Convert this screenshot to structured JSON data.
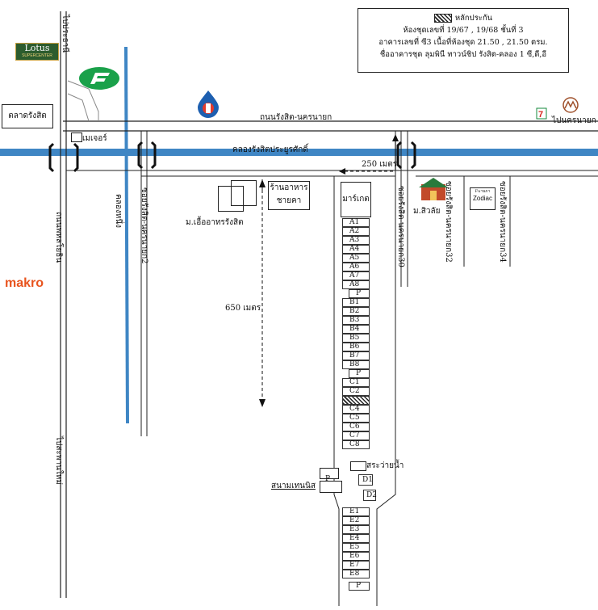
{
  "legend": {
    "hatch_label": "หลักประกัน",
    "line1": "ห้องชุดเลขที่ 19/67 , 19/68 ชั้นที่ 3",
    "line2": "อาคารเลขที่ ซี3 เนื้อที่ห้องชุด 21.50 , 21.50 ตรม.",
    "line3": "ชื่ออาคารชุด ลุมพินี ทาวน์ชิป รังสิต-คลอง 1 ซี,ดี,อี"
  },
  "places": {
    "lotus": "Lotus",
    "lotus_sub": "SUPERCENTER",
    "talad": "ตลาดรังสิต",
    "major": "เมเจอร์",
    "makro": "makro",
    "university": "ม.เอื้ออาทรรังสิต",
    "restaurant_1": "ร้านอาหาร",
    "restaurant_2": "ชายคา",
    "market": "มาร์เกต",
    "silu": "ม.สิวลัย",
    "zodiac_small": "Fuานกา",
    "zodiac": "Zodiac",
    "pool": "สระว่ายน้ำ",
    "tennis": "สนามเทนนิส"
  },
  "roads": {
    "main_road": "ถนนรังสิต-นครนายก",
    "canal": "คลองรังสิตประยูรศักดิ์",
    "to_prachathani": "ไปประธานี",
    "to_nakhonnayok": "ไปนครนายก",
    "phahonyothin": "ถนนพหลโยธิน",
    "to_pathumthani": "ไปสะพานใหม่",
    "khlong_nueng": "คลองหนึ่ง",
    "soi2": "ซอยรังสิต-นครนายก2",
    "soi30": "ซอยรังสิต-นครนายก30",
    "soi32": "ซอยรังสิต-นครนายก32",
    "soi34": "ซอยรังสิต-นครนายก34"
  },
  "distances": {
    "d250": "250 เมตร",
    "d650": "650 เมตร"
  },
  "buildings": [
    "A1",
    "A2",
    "A3",
    "A4",
    "A5",
    "A6",
    "A7",
    "A8",
    "P",
    "B1",
    "B2",
    "B3",
    "B4",
    "B5",
    "B6",
    "B7",
    "B8",
    "P",
    "C1",
    "C2",
    "",
    "C4",
    "C5",
    "C6",
    "C7",
    "C8"
  ],
  "buildings_e": [
    "E1",
    "E2",
    "E3",
    "E4",
    "E5",
    "E6",
    "E7",
    "E8",
    "P"
  ],
  "d_units": [
    "D1",
    "D2"
  ],
  "p_tennis": "P",
  "colors": {
    "canal": "#3f86c4",
    "road": "#222222",
    "makro": "#e8541e",
    "lotus_bg": "#2c5c2e",
    "pt_green": "#1aa14a",
    "ptt_blue": "#1d5fb0",
    "seven_green": "#148a3c",
    "seven_red": "#d7261e",
    "silu": "#c24a2a"
  }
}
